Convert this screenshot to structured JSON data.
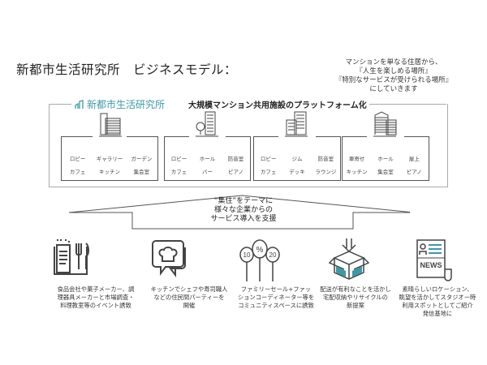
{
  "header": {
    "title": "新都市生活研究所　ビジネスモデル：",
    "tagline": [
      "マンションを単なる住居から、",
      "『人生を楽しめる場所』",
      "『特別なサービスが受けられる場所』",
      "にしていきます"
    ]
  },
  "platform": {
    "brand": "新都市生活研究所",
    "heading": "大規模マンション共用施設のプラットフォーム化",
    "buildings": [
      {
        "facilities": [
          "ロビー",
          "ギャラリー",
          "ガーデン",
          "カフェ",
          "キッチン",
          "集会室"
        ]
      },
      {
        "facilities": [
          "ロビー",
          "ホール",
          "防音室",
          "カフェ",
          "バー",
          "ピアノ"
        ]
      },
      {
        "facilities": [
          "ロビー",
          "ジム",
          "防音室",
          "カフェ",
          "デッキ",
          "ラウンジ"
        ]
      },
      {
        "facilities": [
          "車寄せ",
          "ホール",
          "屋上",
          "キッチン",
          "集会室",
          "ピアノ"
        ]
      }
    ]
  },
  "arrow": {
    "lines": [
      "“集住”をテーマに",
      "様々な企業からの",
      "サービス導入を支援"
    ]
  },
  "services": [
    {
      "icon": "cookbook-cutlery-icon",
      "lines": [
        "食品会社や菓子メーカー、調",
        "理器具メーカーと市場調査・",
        "料理教室等のイベント誘致"
      ]
    },
    {
      "icon": "chef-speech-bubble-icon",
      "lines": [
        "キッチンでシェフや寿司職人",
        "などの住民間パーティーを",
        "開催"
      ]
    },
    {
      "icon": "sale-balloons-icon",
      "balloon_labels": [
        "10",
        "%",
        "20"
      ],
      "lines": [
        "ファミリーセール+ファッ",
        "ションコーディネーター等を",
        "コミュニティスペースに誘致"
      ]
    },
    {
      "icon": "delivery-box-icon",
      "lines": [
        "配送が有利なことを活かし",
        "宅配収納やリサイクルの",
        "新提案"
      ]
    },
    {
      "icon": "news-icon",
      "news_label": "NEWS",
      "lines": [
        "素晴らしいロケーション、",
        "眺望を活かしてスタジオー時",
        "利用スポットとしてご紹介",
        "発信基地に"
      ]
    }
  ],
  "colors": {
    "accent": "#3a9aa6",
    "line": "#555555",
    "text": "#333333"
  }
}
